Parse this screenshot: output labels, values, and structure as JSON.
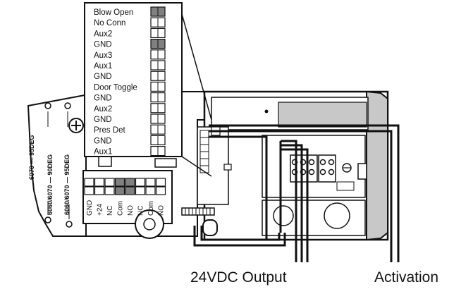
{
  "terminal_strip": {
    "pins": [
      {
        "label": "Blow Open",
        "filled": true
      },
      {
        "label": "No Conn",
        "filled": false
      },
      {
        "label": "Aux2",
        "filled": false
      },
      {
        "label": "GND",
        "filled": true
      },
      {
        "label": "Aux3",
        "filled": false
      },
      {
        "label": "Aux1",
        "filled": false
      },
      {
        "label": "GND",
        "filled": false
      },
      {
        "label": "Door Toggle",
        "filled": false
      },
      {
        "label": "GND",
        "filled": false
      },
      {
        "label": "Aux2",
        "filled": false
      },
      {
        "label": "GND",
        "filled": false
      },
      {
        "label": "Pres Det",
        "filled": false
      },
      {
        "label": "GND",
        "filled": false
      },
      {
        "label": "Aux1",
        "filled": false
      }
    ]
  },
  "relay_connector": {
    "pins": [
      {
        "label": "GND",
        "filled": false
      },
      {
        "label": "+24",
        "filled": false
      },
      {
        "label": "NC",
        "filled": false
      },
      {
        "label": "Com",
        "filled": true
      },
      {
        "label": "NO",
        "filled": true
      },
      {
        "label": "NC",
        "filled": false
      },
      {
        "label": "Com",
        "filled": false
      },
      {
        "label": "NO",
        "filled": false
      }
    ]
  },
  "gauge_markings": {
    "a": "6060/6070 — 90DEG",
    "b": "6060/6070 — 95DEG",
    "c": "6070 — 95DEG"
  },
  "captions": {
    "left": "24VDC Output",
    "right": "Activation"
  },
  "colors": {
    "ink": "#111111",
    "filled_pin": "#808080",
    "shade": "#c8c8c8"
  }
}
